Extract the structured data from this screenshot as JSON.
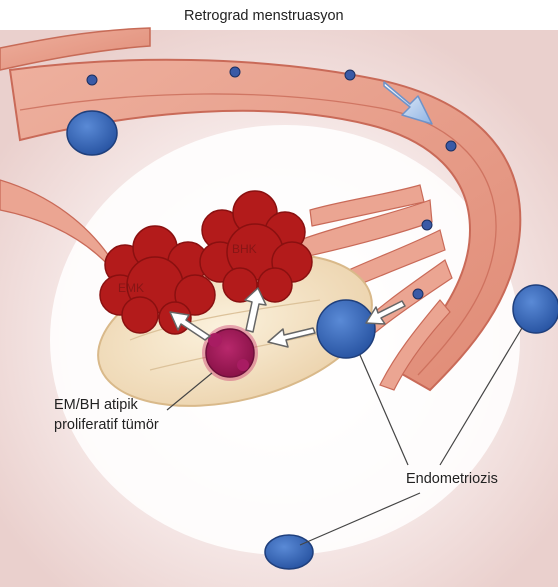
{
  "labels": {
    "title": "Retrograd menstruasyon",
    "emk": "EMK",
    "bhk": "BHK",
    "atypical_line1": "EM/BH atipik",
    "atypical_line2": "proliferatif tümör",
    "endometriosis": "Endometriozis"
  },
  "colors": {
    "tube_fill": "#e9a08d",
    "tube_dark": "#c96a58",
    "peritoneum": "#f1d9d6",
    "cavity": "#ffffff",
    "ovary": "#f6e6c6",
    "endometrioma": "#3d6fc0",
    "tumor_red": "#b01a1a",
    "atypical_purple": "#9a1a5a"
  }
}
